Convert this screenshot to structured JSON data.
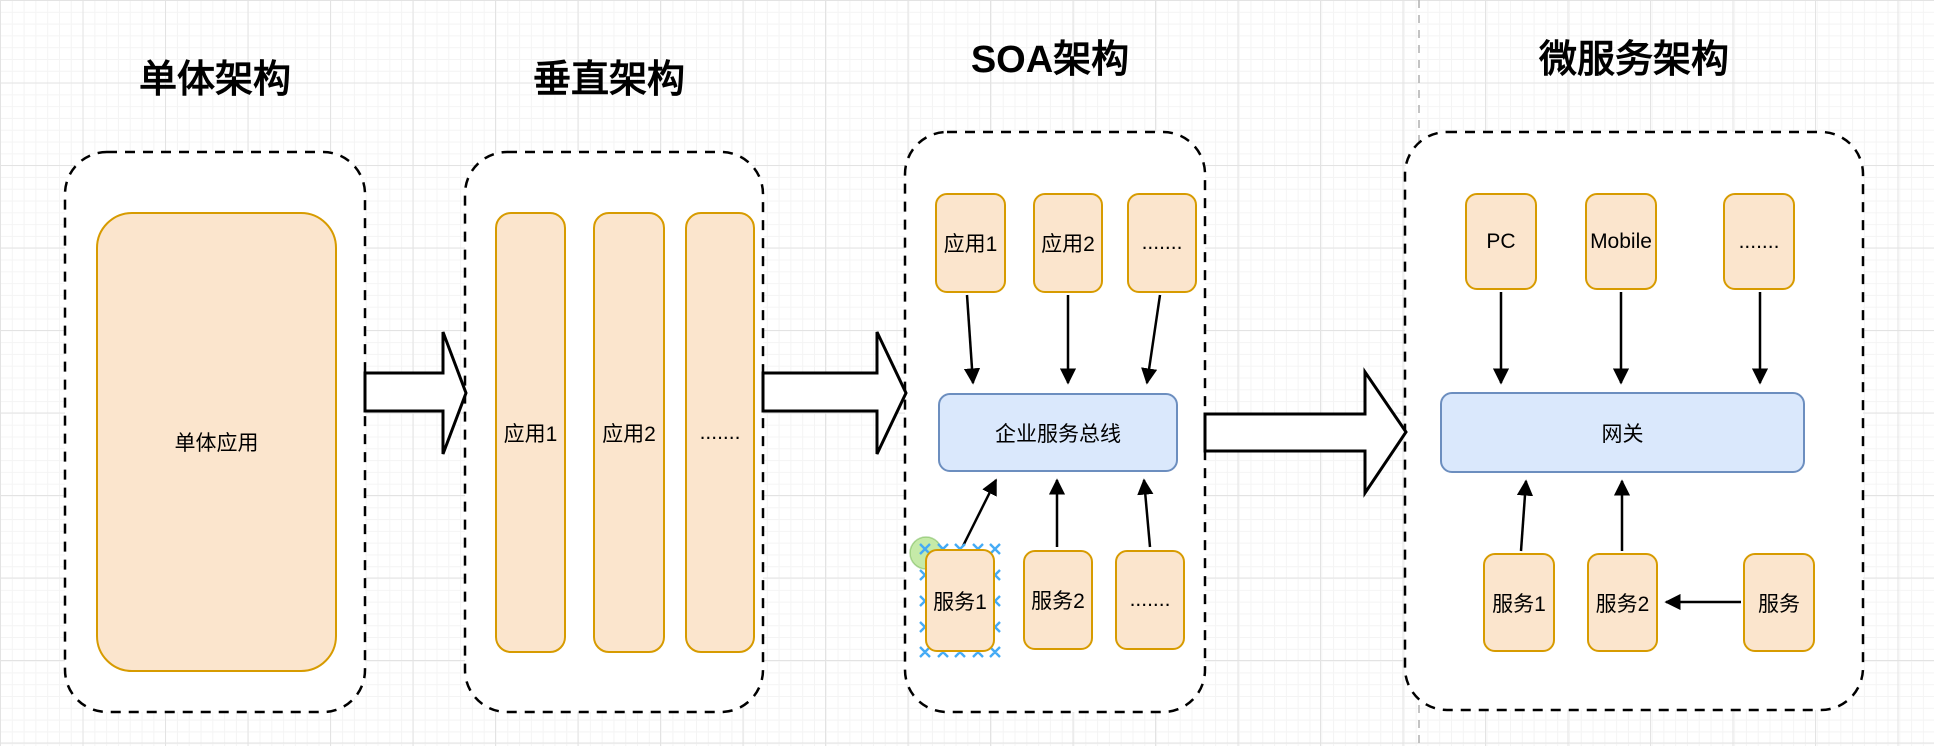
{
  "titles": {
    "monolith": "单体架构",
    "vertical": "垂直架构",
    "soa": "SOA架构",
    "micro": "微服务架构"
  },
  "monolith": {
    "app": "单体应用"
  },
  "vertical": {
    "columns": [
      "应用1",
      "应用2",
      "......."
    ]
  },
  "soa": {
    "apps": [
      "应用1",
      "应用2",
      "......."
    ],
    "bus": "企业服务总线",
    "services": [
      "服务1",
      "服务2",
      "......."
    ]
  },
  "micro": {
    "clients": [
      "PC",
      "Mobile",
      "......."
    ],
    "gateway": "网关",
    "services": [
      "服务1",
      "服务2",
      "服务"
    ]
  },
  "colors": {
    "orange_fill": "#FBE5CD",
    "orange_stroke": "#D79B00",
    "blue_fill": "#DAE8FC",
    "blue_stroke": "#6C8EBF",
    "selection_handle": "#45ABF5",
    "connect_hint_green": "#8CD651",
    "page_divider": "#b5b5b5"
  }
}
